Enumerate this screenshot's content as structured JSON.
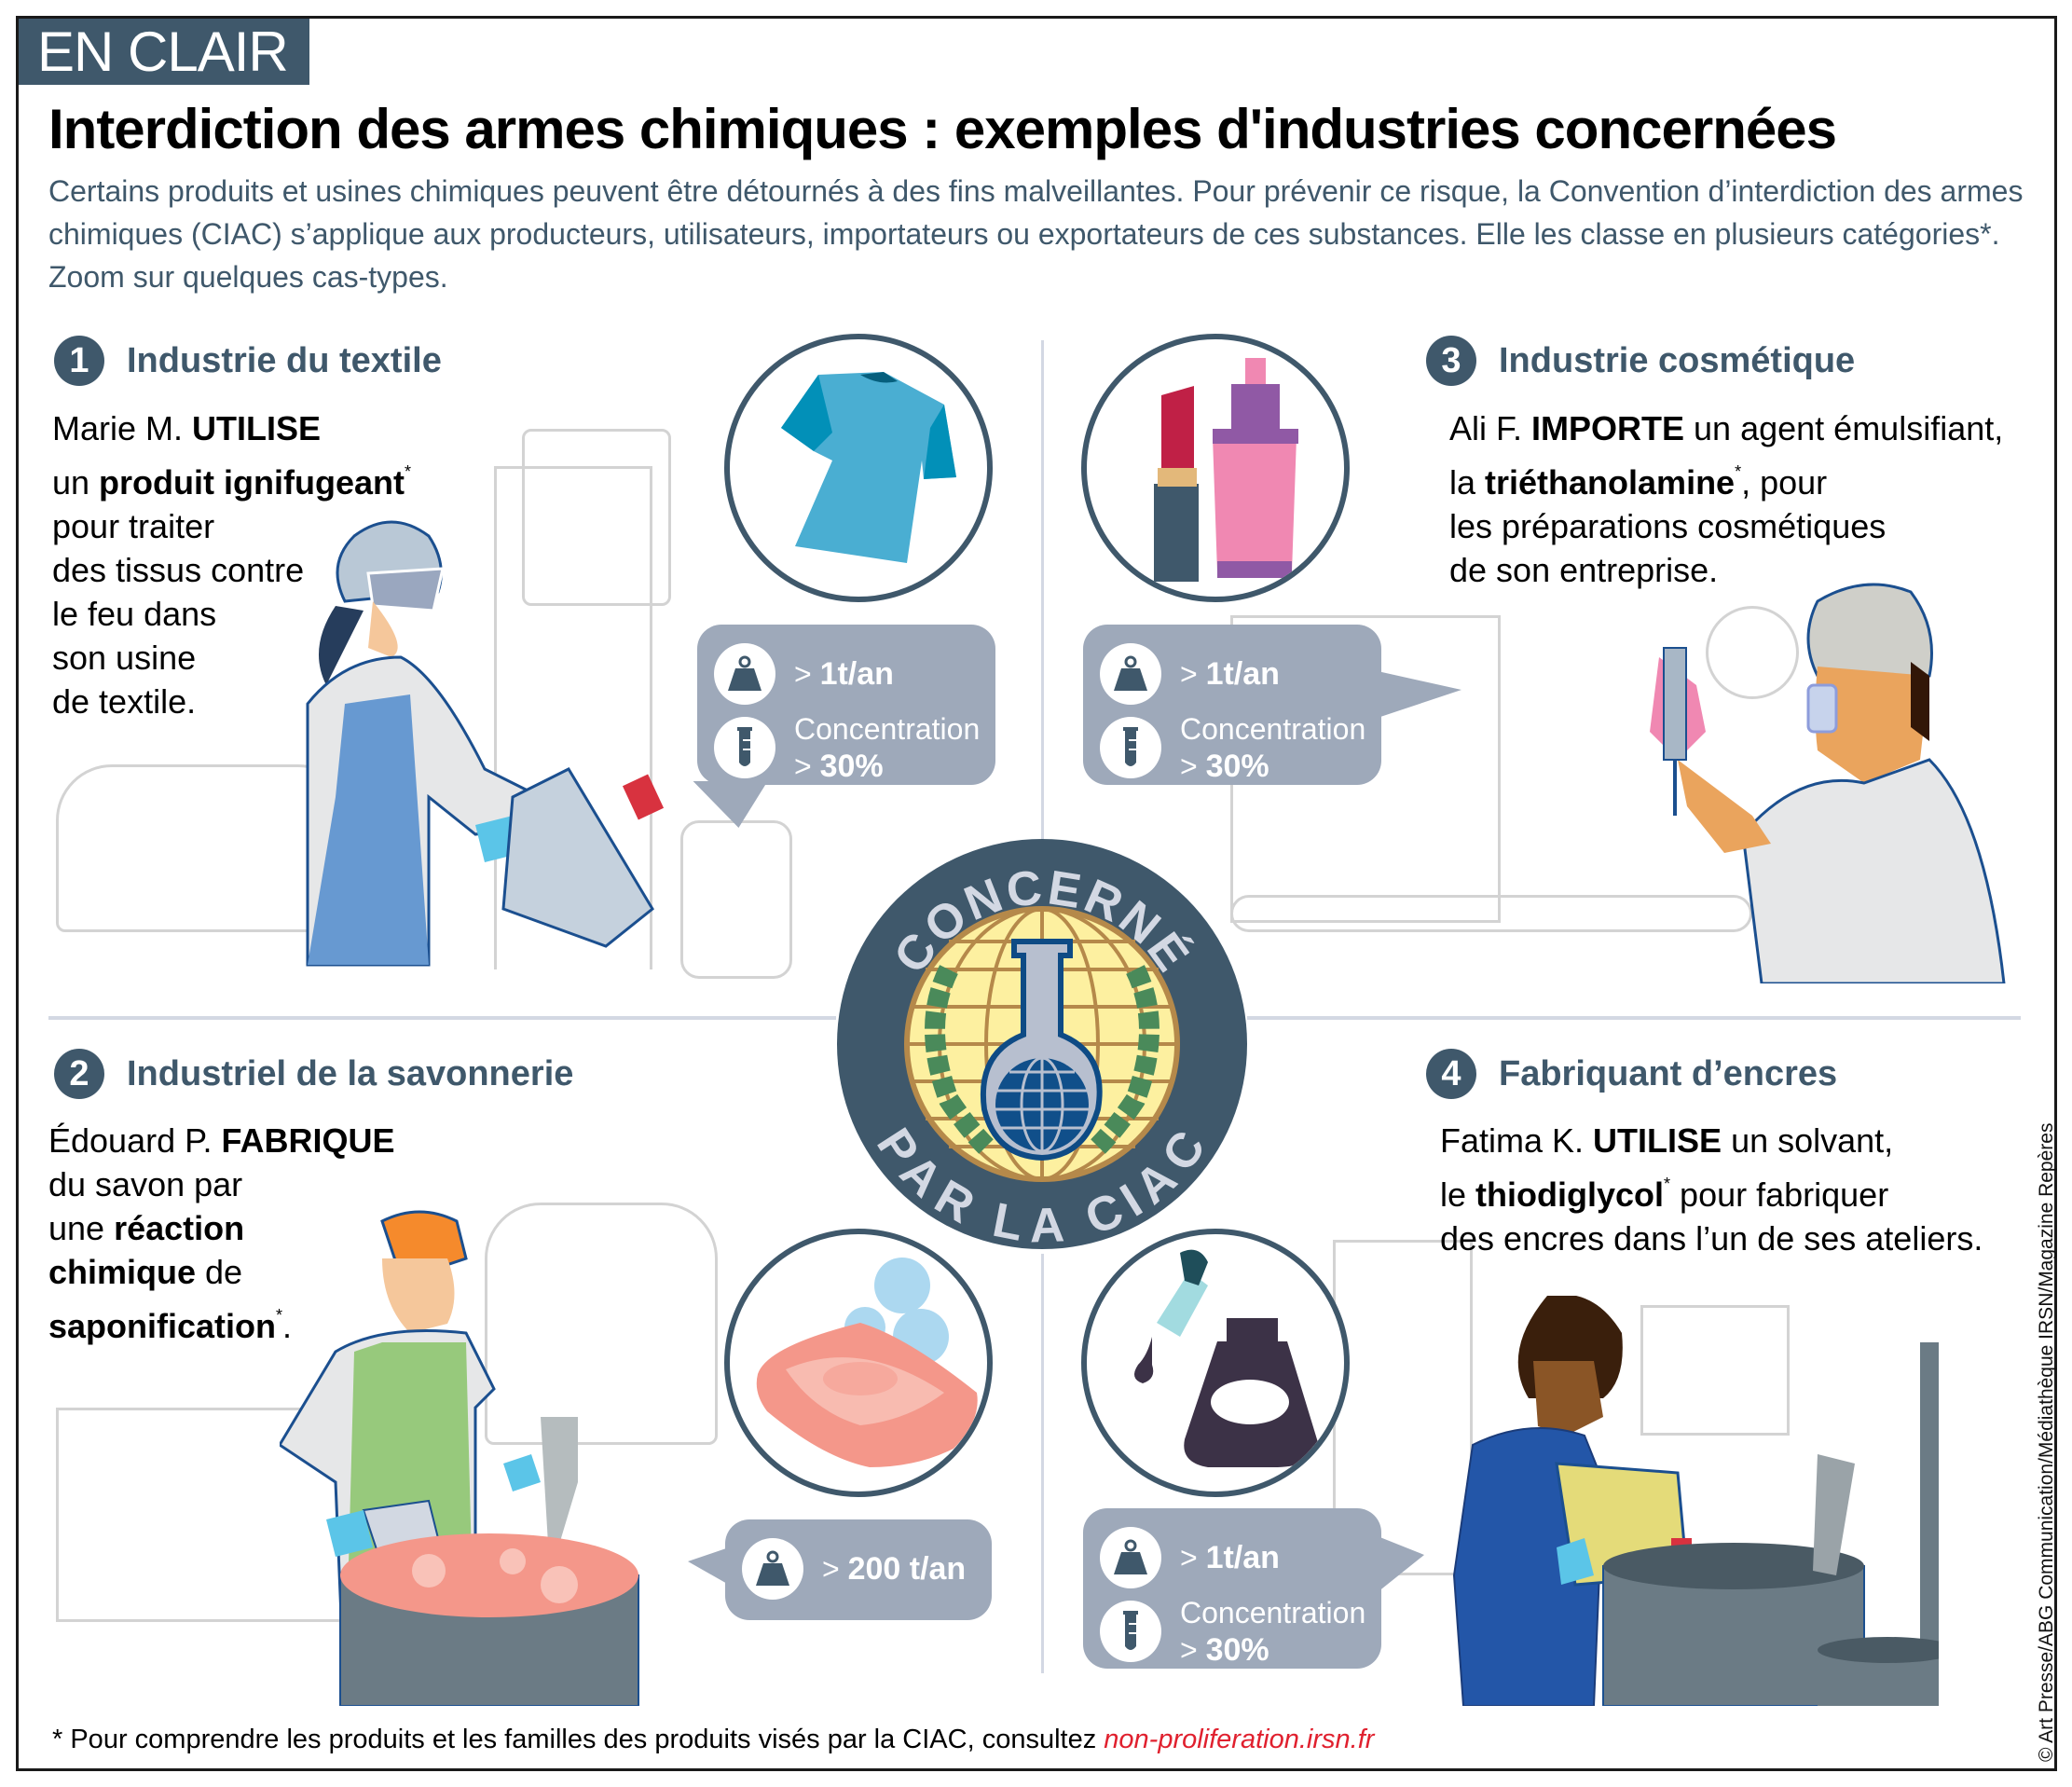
{
  "header": {
    "tag": "EN CLAIR",
    "title": "Interdiction des armes chimiques : exemples d'industries concernées",
    "intro": "Certains produits et usines chimiques peuvent être détournés à des fins malveillantes. Pour prévenir ce risque, la Convention d’interdiction des armes chimiques (CIAC) s’applique aux producteurs, utilisateurs, importateurs ou exportateurs de ces substances. Elle les classe en plusieurs catégories*. Zoom sur quelques cas-types."
  },
  "sections": [
    {
      "number": "1",
      "title": "Industrie du textile",
      "desc": {
        "line1_pre": "Marie M. ",
        "line1_bold": "UTILISE",
        "line2_pre": "un ",
        "line2_bold": "produit ignifugeant",
        "line2_star": "*",
        "line3": "pour traiter",
        "line4": "des tissus contre",
        "line5": "le feu dans",
        "line6": "son usine",
        "line7": "de textile."
      },
      "product_icon": "t-shirt-icon",
      "criteria": [
        {
          "icon": "weight-icon",
          "prefix": "> ",
          "value": "1t/an"
        },
        {
          "icon": "test-tube-icon",
          "label": "Concentration",
          "prefix": "> ",
          "value": "30%"
        }
      ]
    },
    {
      "number": "2",
      "title": "Industriel de la savonnerie",
      "desc": {
        "line1_pre": "Édouard P. ",
        "line1_bold": "FABRIQUE",
        "line2": "du savon par",
        "line3_pre": "une ",
        "line3_bold": "réaction",
        "line4_bold": "chimique",
        "line4_post": " de",
        "line5_bold": "saponification",
        "line5_star": "*",
        "line5_post": "."
      },
      "product_icon": "soap-icon",
      "criteria": [
        {
          "icon": "weight-icon",
          "prefix": "> ",
          "value": "200 t/an"
        }
      ]
    },
    {
      "number": "3",
      "title": "Industrie cosmétique",
      "desc": {
        "line1_pre": "Ali F. ",
        "line1_bold": "IMPORTE",
        "line1_post": " un agent émulsifiant,",
        "line2_pre": "la ",
        "line2_bold": "triéthanolamine",
        "line2_star": "*",
        "line2_post": ", pour",
        "line3": "les préparations cosmétiques",
        "line4": "de son entreprise."
      },
      "product_icon": "lipstick-perfume-icon",
      "criteria": [
        {
          "icon": "weight-icon",
          "prefix": "> ",
          "value": "1t/an"
        },
        {
          "icon": "test-tube-icon",
          "label": "Concentration",
          "prefix": "> ",
          "value": "30%"
        }
      ]
    },
    {
      "number": "4",
      "title": "Fabriquant d’encres",
      "desc": {
        "line1_pre": "Fatima K. ",
        "line1_bold": "UTILISE",
        "line1_post": " un solvant,",
        "line2_pre": "le ",
        "line2_bold": "thiodiglycol",
        "line2_star": "*",
        "line2_post": " pour fabriquer",
        "line3": "des encres dans l’un de ses ateliers."
      },
      "product_icon": "ink-bottle-icon",
      "criteria": [
        {
          "icon": "weight-icon",
          "prefix": "> ",
          "value": "1t/an"
        },
        {
          "icon": "test-tube-icon",
          "label": "Concentration",
          "prefix": "> ",
          "value": "30%"
        }
      ]
    }
  ],
  "badge": {
    "top_text": "CONCERNÉ",
    "bottom_text": "PAR LA CIAC"
  },
  "footer": {
    "note": "* Pour comprendre les produits et les familles des produits visés par la CIAC, consultez ",
    "link": "non-proliferation.irsn.fr",
    "credit": "© Art Presse/ABG Communication/Médiathèque IRSN/Magazine Repères"
  },
  "colors": {
    "primary": "#3f586b",
    "bubble": "#9ea9ba",
    "divider": "#d3d8e3",
    "link": "#e0202e",
    "tshirt": "#4aaed2",
    "soap": "#f4978a",
    "globe": "#fdf0a0"
  }
}
